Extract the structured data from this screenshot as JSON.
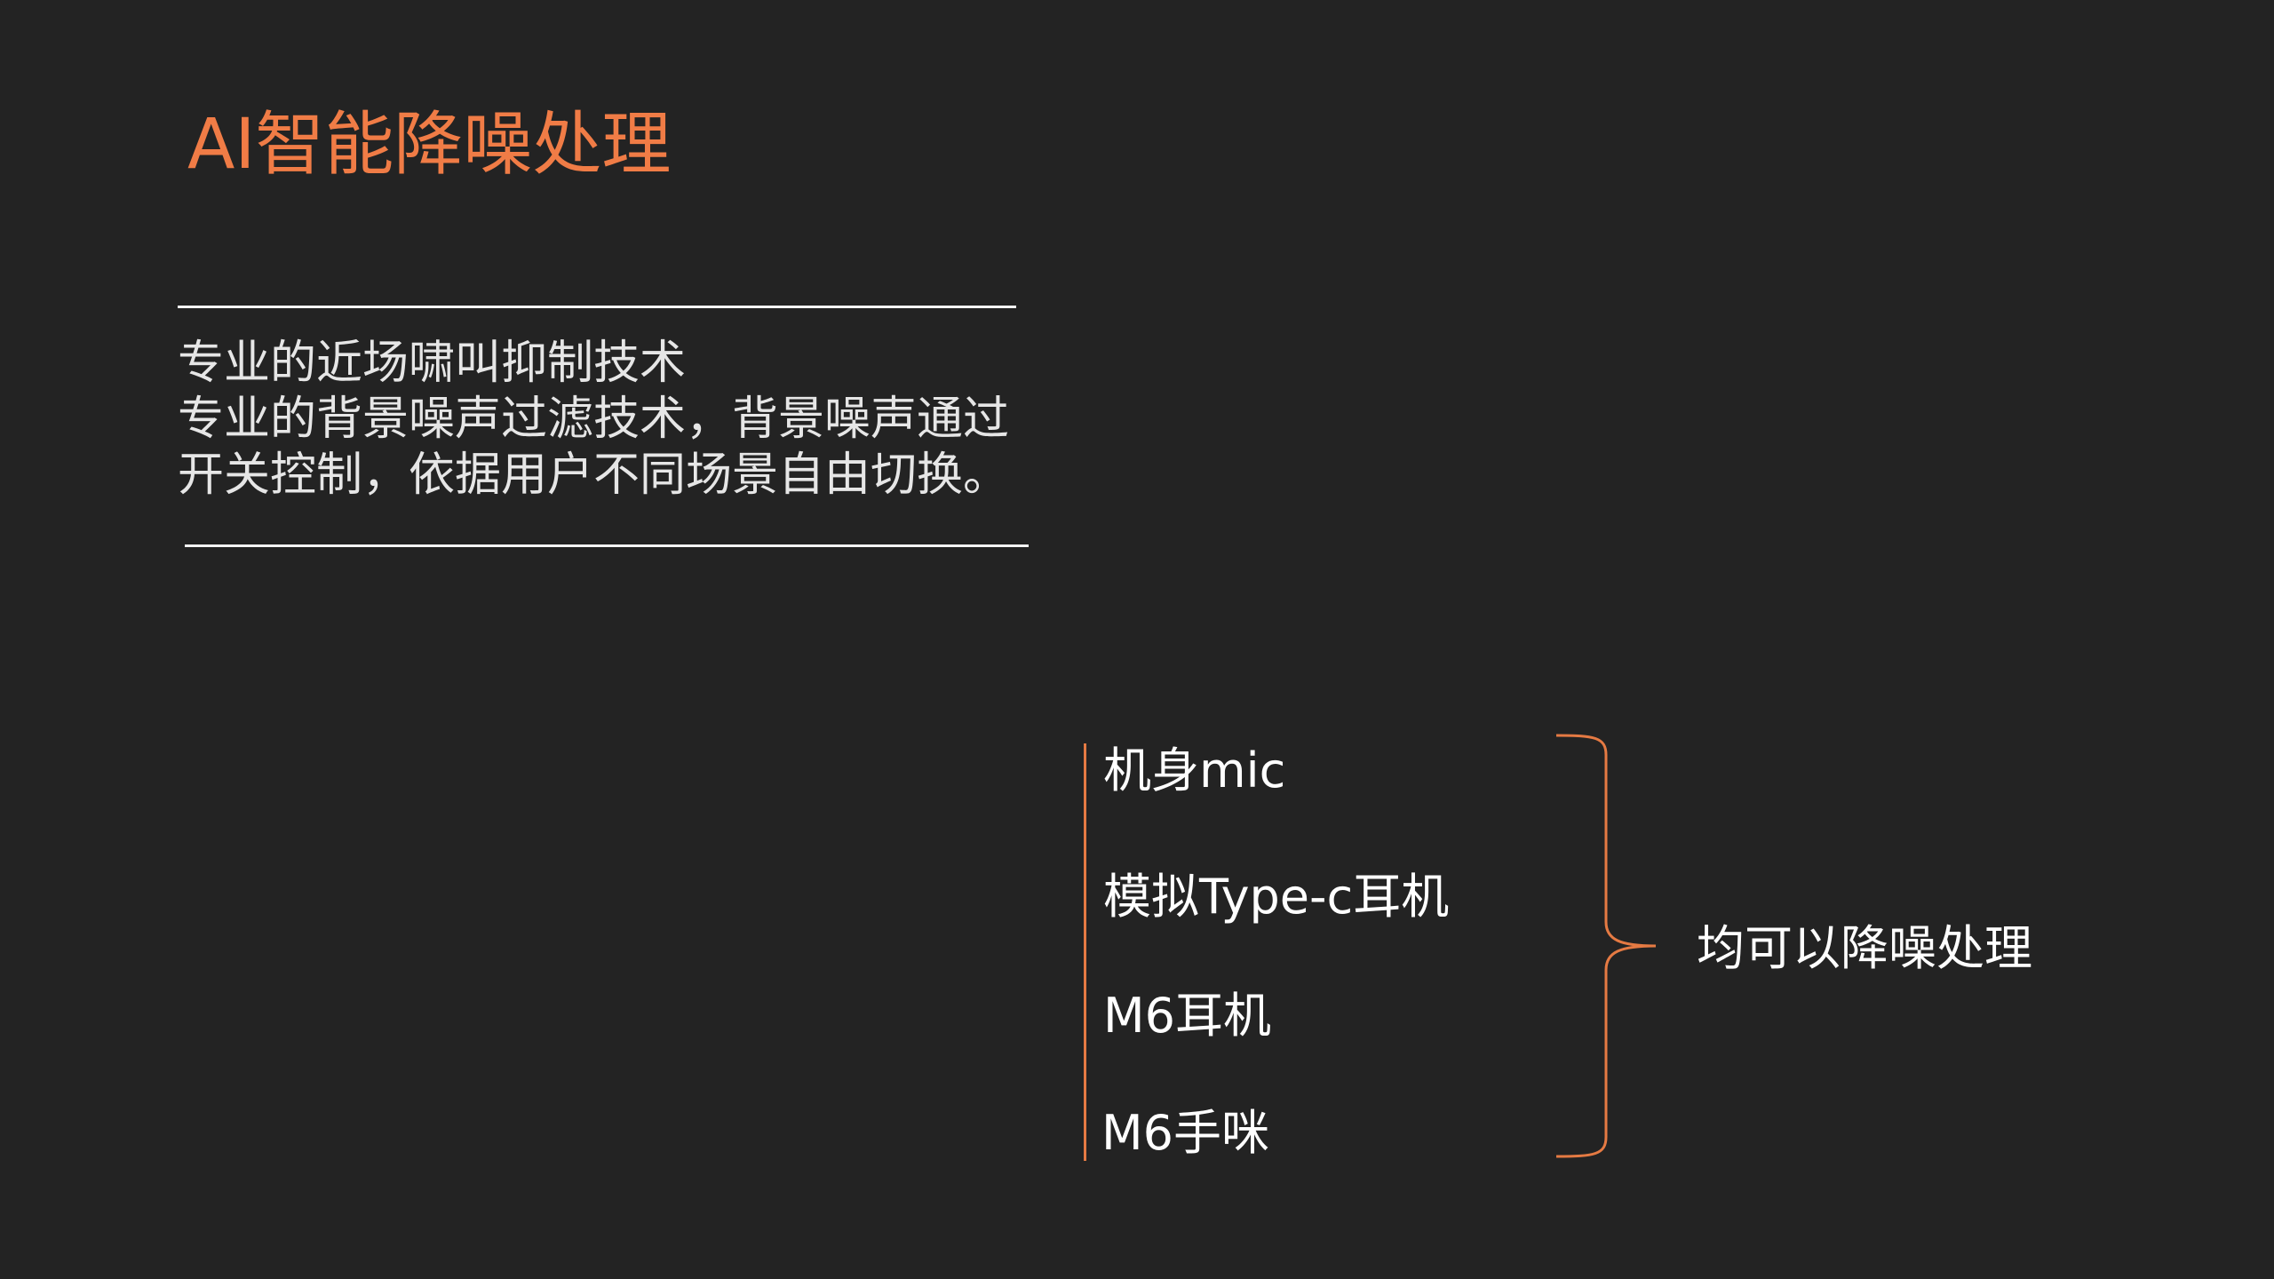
{
  "slide": {
    "title": "AI智能降噪处理",
    "description_lines": [
      "专业的近场啸叫抑制技术",
      "专业的背景噪声过滤技术，背景噪声通过",
      "开关控制，依据用户不同场景自由切换。"
    ],
    "items": [
      "机身mic",
      "模拟Type-c耳机",
      "M6耳机",
      "M6手咪"
    ],
    "summary": "均可以降噪处理",
    "colors": {
      "background": "#232323",
      "accent": "#f07c46",
      "text": "#ffffff"
    }
  }
}
